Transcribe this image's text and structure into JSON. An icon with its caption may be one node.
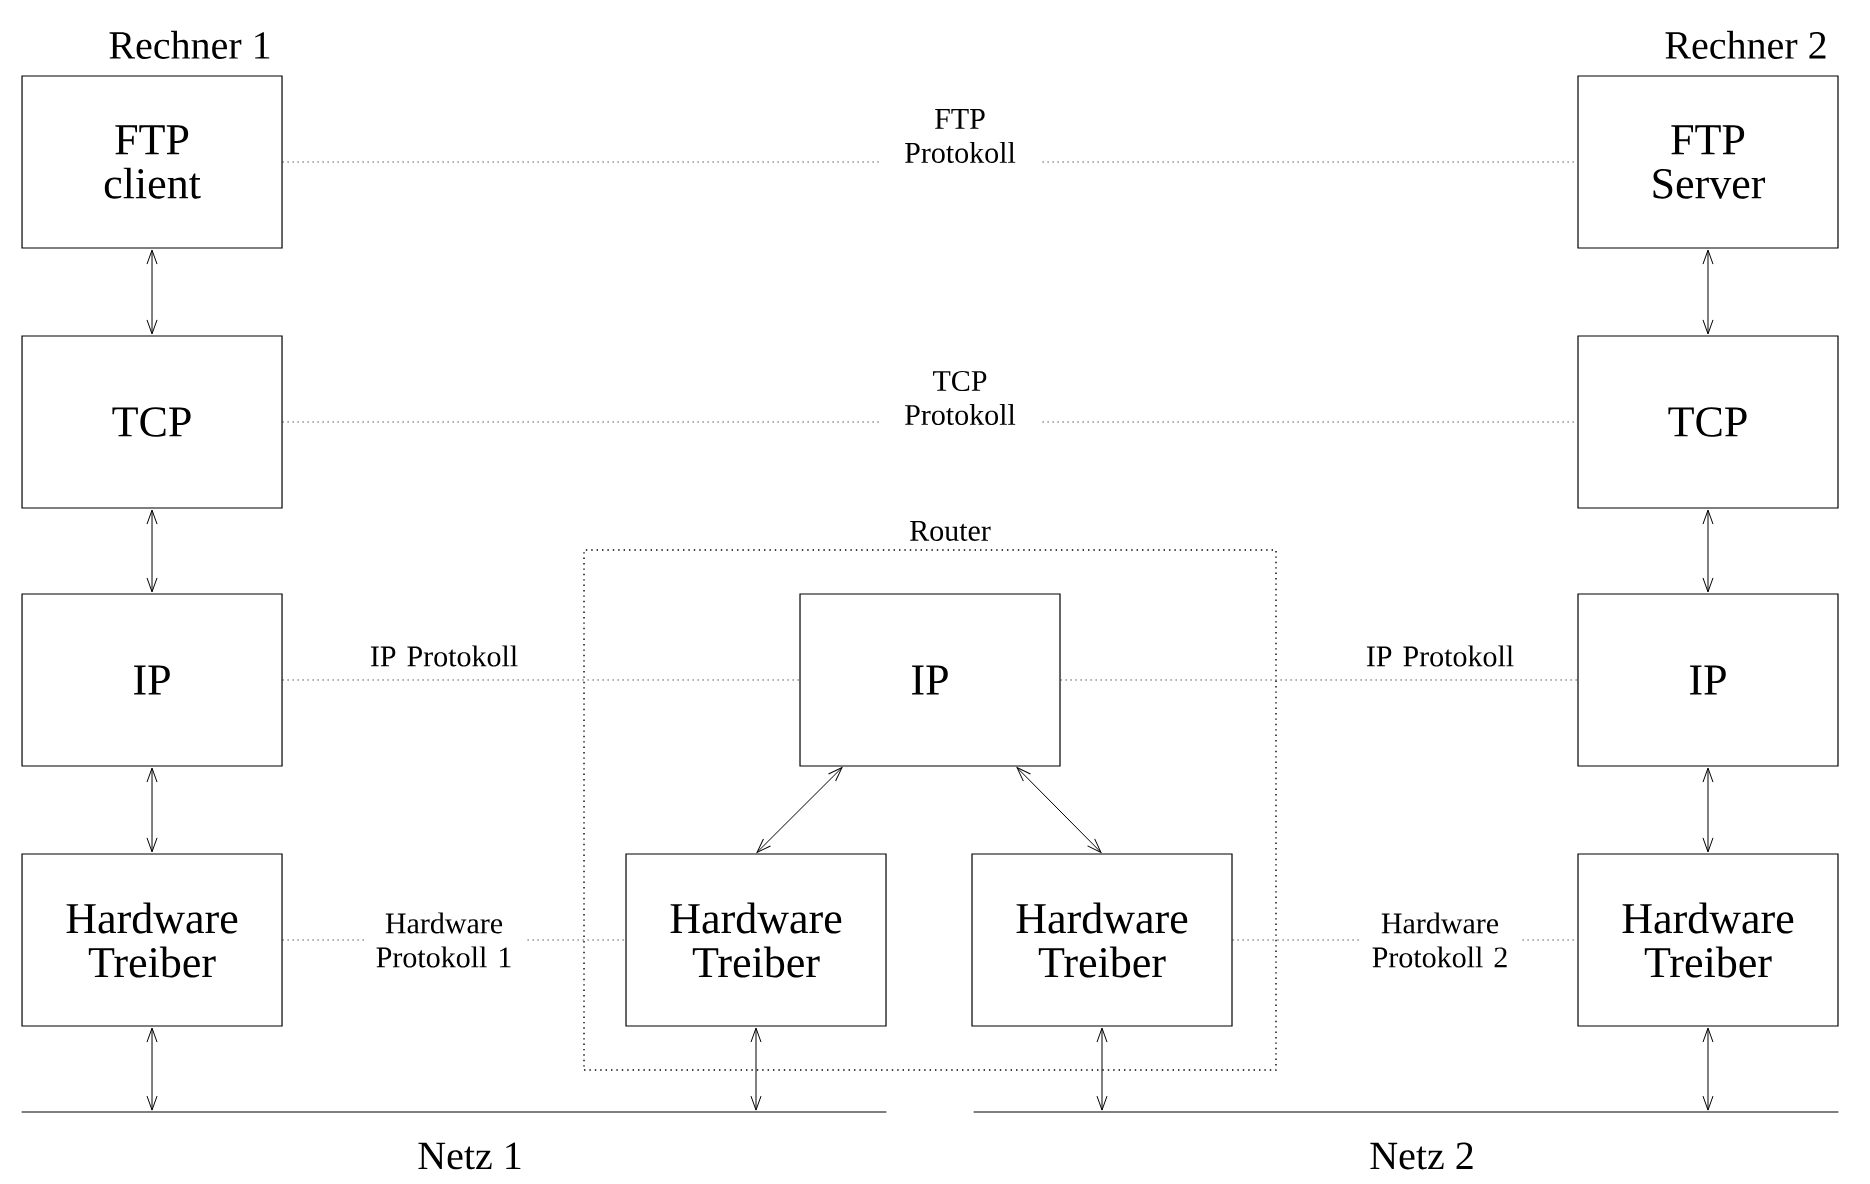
{
  "diagram": {
    "nodes": [
      {
        "text": [
          "FTP client"
        ],
        "beside": [
          "Rechner 1"
        ]
      },
      {
        "text": [
          "FTP Server"
        ],
        "beside": [
          "Rechner 2"
        ]
      },
      {
        "text": [
          "TCP"
        ]
      },
      {
        "text": [
          "TCP"
        ]
      },
      {
        "text": [
          "Router"
        ]
      },
      {
        "text": [
          "IP"
        ]
      },
      {
        "text": [
          "IP"
        ],
        "in": 4
      },
      {
        "text": [
          "IP"
        ]
      },
      {
        "text": [
          "Hardware Treiber"
        ]
      },
      {
        "text": [
          "Hardware Treiber"
        ],
        "in": 4
      },
      {
        "text": [
          "Hardware Treiber"
        ],
        "in": 4
      },
      {
        "text": [
          "Hardware Treiber"
        ]
      },
      {
        "text": [
          "Netz 1"
        ]
      },
      {
        "text": [
          "Netz 2"
        ]
      }
    ],
    "edges": [
      {
        "from": 0,
        "to": 1,
        "arrow": "none",
        "label": "FTP Protokoll",
        "style": "dashed"
      },
      {
        "from": 2,
        "to": 3,
        "arrow": "none",
        "label": "TCP Protokoll",
        "style": "dashed"
      },
      {
        "from": 5,
        "to": 6,
        "arrow": "none",
        "label": "IP Protokoll",
        "style": "dashed"
      },
      {
        "from": 6,
        "to": 7,
        "arrow": "none",
        "label": "IP Protokoll",
        "style": "dashed"
      },
      {
        "from": 8,
        "to": 9,
        "arrow": "none",
        "label": "Hardware Protokoll 1",
        "style": "dashed"
      },
      {
        "from": 10,
        "to": 11,
        "arrow": "none",
        "label": "Hardware Protokoll 2",
        "style": "dashed"
      },
      {
        "from": 0,
        "to": 2,
        "arrow": "both"
      },
      {
        "from": 2,
        "to": 5,
        "arrow": "both"
      },
      {
        "from": 5,
        "to": 8,
        "arrow": "both"
      },
      {
        "from": 8,
        "to": 12,
        "arrow": "both"
      },
      {
        "from": 1,
        "to": 3,
        "arrow": "both"
      },
      {
        "from": 3,
        "to": 7,
        "arrow": "both"
      },
      {
        "from": 7,
        "to": 11,
        "arrow": "both"
      },
      {
        "from": 11,
        "to": 13,
        "arrow": "both"
      },
      {
        "from": 6,
        "to": 9,
        "arrow": "both"
      },
      {
        "from": 6,
        "to": 10,
        "arrow": "both"
      },
      {
        "from": 9,
        "to": 12,
        "arrow": "both"
      },
      {
        "from": 10,
        "to": 13,
        "arrow": "both"
      }
    ]
  }
}
